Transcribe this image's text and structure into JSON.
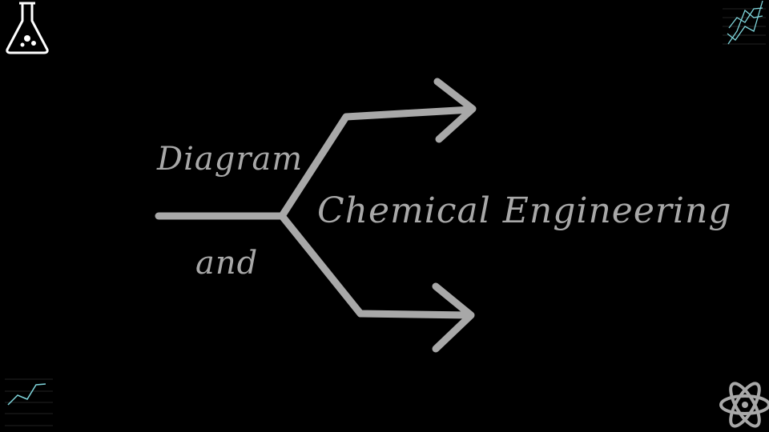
{
  "title": {
    "line1": "Diagram",
    "line2": "and",
    "line3": "Chemical Engineering"
  },
  "colors": {
    "background": "#000000",
    "chalk": "#a8a8a8",
    "chart_line": "#7fd6dc"
  },
  "icons": [
    "flask-icon",
    "atom-icon",
    "line-chart-icon",
    "multi-line-chart-icon"
  ]
}
